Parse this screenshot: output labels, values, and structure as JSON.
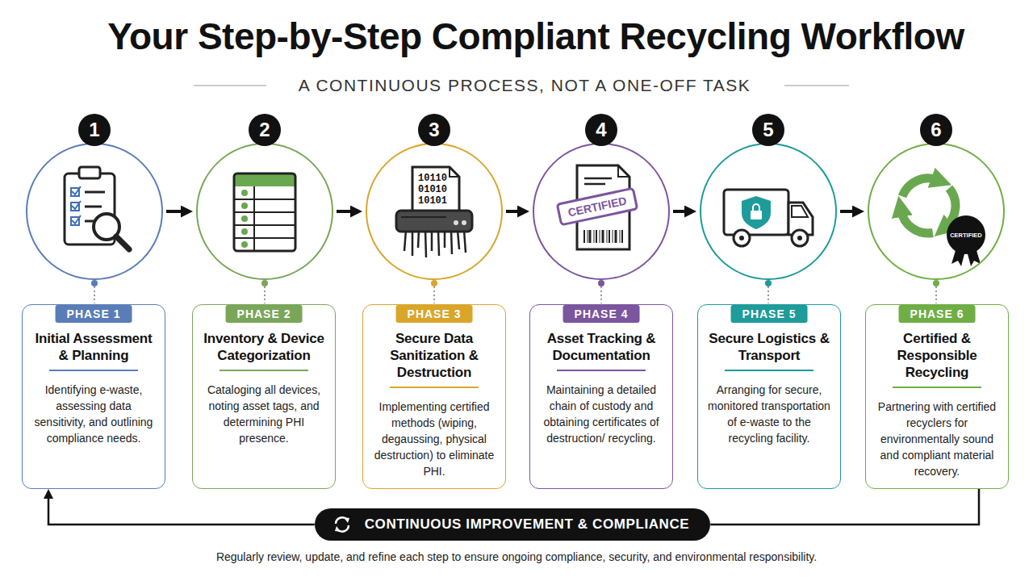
{
  "diagram": {
    "title": "Your Step-by-Step Compliant Recycling Workflow",
    "caption": "Regularly review, update, and refine each step to ensure ongoing compliance, security, and environmental responsibility.",
    "nodes": [
      {
        "text": [
          "1"
        ]
      },
      {
        "text": [
          "2"
        ]
      },
      {
        "text": [
          "3",
          "10110 01010 10101"
        ]
      },
      {
        "text": [
          "4",
          "CERTIFIED"
        ]
      },
      {
        "text": [
          "5"
        ]
      },
      {
        "text": [
          "6",
          "CERTIFIED"
        ]
      },
      {
        "text": [
          "PHASE 1",
          "Initial Assessment & Planning",
          "Identifying e-waste, assessing data sensitivity, and outlining compliance needs."
        ]
      },
      {
        "text": [
          "PHASE 2",
          "Inventory & Device Categorization",
          "Cataloging all devices, noting asset tags, and determining PHI presence."
        ]
      },
      {
        "text": [
          "PHASE 3",
          "Secure Data Sanitization & Destruction",
          "Implementing certified methods (wiping, degaussing, physical destruction) to eliminate PHI."
        ]
      },
      {
        "text": [
          "PHASE 4",
          "Asset Tracking & Documentation",
          "Maintaining a detailed chain of custody and obtaining certificates of destruction/ recycling."
        ]
      },
      {
        "text": [
          "PHASE 5",
          "Secure Logistics & Transport",
          "Arranging for secure, monitored transportation of e-waste to the recycling facility."
        ]
      },
      {
        "text": [
          "PHASE 6",
          "Certified & Responsible Recycling",
          "Partnering with certified recyclers for environmentally sound and compliant material recovery."
        ]
      },
      {
        "text": [
          "CONTINUOUS IMPROVEMENT & COMPLIANCE"
        ]
      }
    ],
    "edges": [
      {
        "from": 0,
        "to": 1,
        "arrow": "to"
      },
      {
        "from": 1,
        "to": 2,
        "arrow": "to"
      },
      {
        "from": 2,
        "to": 3,
        "arrow": "to"
      },
      {
        "from": 3,
        "to": 4,
        "arrow": "to"
      },
      {
        "from": 4,
        "to": 5,
        "arrow": "to"
      },
      {
        "from": 0,
        "to": 6,
        "arrow": "none"
      },
      {
        "from": 1,
        "to": 7,
        "arrow": "none"
      },
      {
        "from": 2,
        "to": 8,
        "arrow": "none"
      },
      {
        "from": 3,
        "to": 9,
        "arrow": "none"
      },
      {
        "from": 4,
        "to": 10,
        "arrow": "none"
      },
      {
        "from": 5,
        "to": 11,
        "arrow": "none"
      },
      {
        "from": 11,
        "to": 12,
        "arrow": "none"
      },
      {
        "from": 12,
        "to": 6,
        "arrow": "to"
      }
    ],
    "labels": [
      "A CONTINUOUS PROCESS, NOT A ONE-OFF TASK"
    ]
  }
}
